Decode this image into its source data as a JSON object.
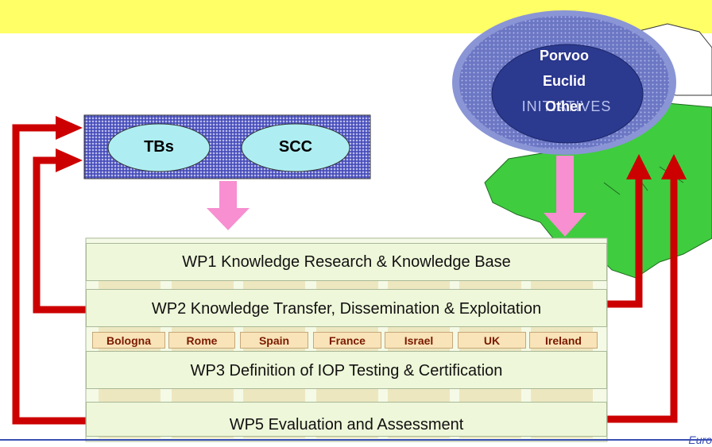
{
  "header": {
    "title": ""
  },
  "top_box": {
    "items": [
      "TBs",
      "SCC"
    ]
  },
  "initiatives": {
    "items": [
      "Porvoo",
      "Euclid",
      "Other"
    ],
    "watermark": "INITIATIVES"
  },
  "work_packages": [
    {
      "id": "wp1",
      "label": "WP1 Knowledge Research & Knowledge Base"
    },
    {
      "id": "wp2",
      "label": "WP2 Knowledge Transfer, Dissemination & Exploitation"
    },
    {
      "id": "wp3",
      "label": "WP3 Definition of IOP Testing & Certification"
    },
    {
      "id": "wp5",
      "label": "WP5 Evaluation and Assessment"
    }
  ],
  "sites": [
    "Bologna",
    "Rome",
    "Spain",
    "France",
    "Israel",
    "UK",
    "Ireland"
  ],
  "footer": {
    "logo_text": "Euro"
  },
  "colors": {
    "arrow_red": "#cc0000",
    "arrow_pink": "#f78fd0",
    "title_bg": "#ffff66",
    "title_text": "#1f2bd0"
  }
}
